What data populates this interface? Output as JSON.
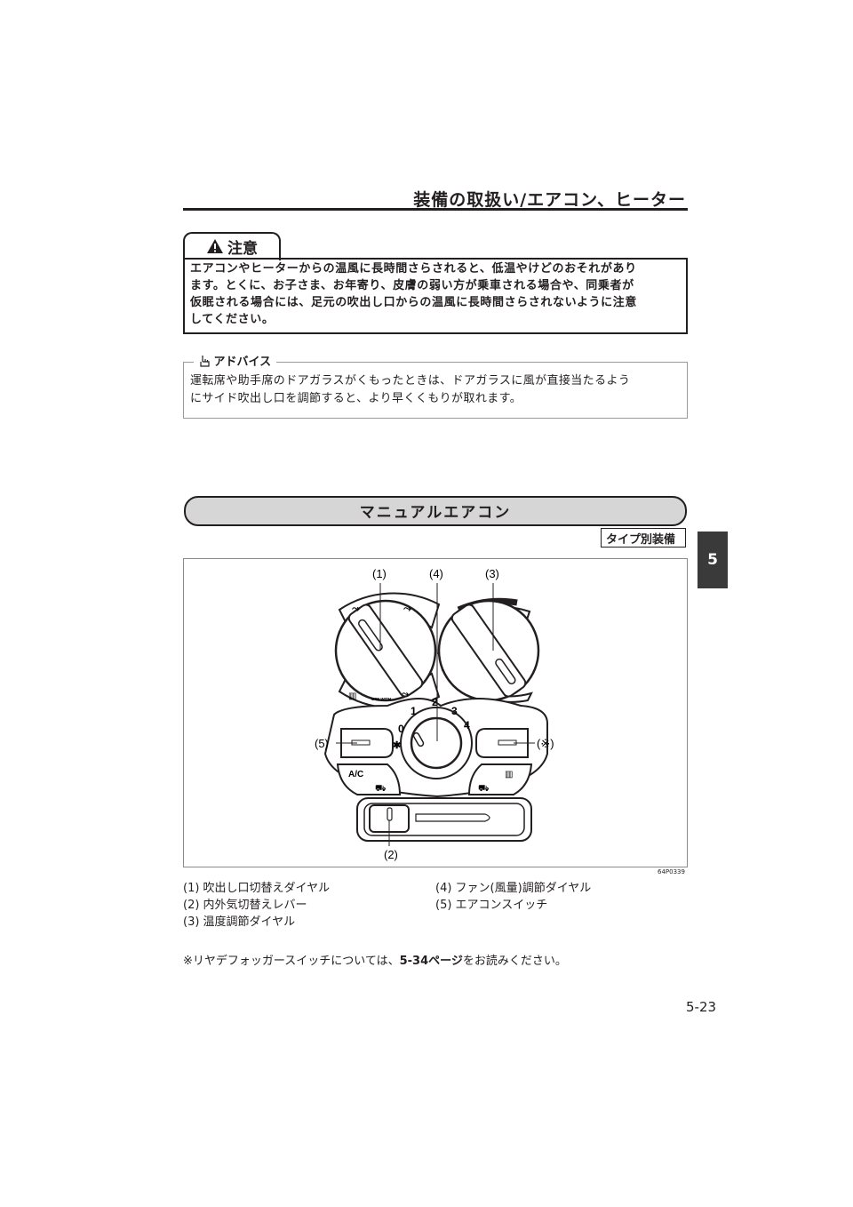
{
  "header": {
    "title": "装備の取扱い/エアコン、ヒーター"
  },
  "chapter_tab": "5",
  "caution": {
    "label": "注意",
    "lines": [
      "エアコンやヒーターからの温風に長時間さらされると、低温やけどのおそれがあり",
      "ます。とくに、お子さま、お年寄り、皮膚の弱い方が乗車される場合や、同乗者が",
      "仮眠される場合には、足元の吹出し口からの温風に長時間さらされないように注意",
      "してください。"
    ]
  },
  "advice": {
    "label": "アドバイス",
    "lines": [
      "運転席や助手席のドアガラスがくもったときは、ドアガラスに風が直接当たるよう",
      "にサイド吹出し口を調節すると、より早くくもりが取れます。"
    ]
  },
  "section": {
    "title": "マニュアルエアコン",
    "badge": "タイプ別装備"
  },
  "figure": {
    "callouts": {
      "c1": "(1)",
      "c2": "(2)",
      "c3": "(3)",
      "c4": "(4)",
      "c5": "(5)",
      "cx": "(※)"
    },
    "fan_scale": [
      "0",
      "1",
      "2",
      "3",
      "4"
    ],
    "ac_label": "A/C",
    "use_with": "USE WITH",
    "code": "64P0339"
  },
  "legend": {
    "left": [
      "(1) 吹出し口切替えダイヤル",
      "(2) 内外気切替えレバー",
      "(3) 温度調節ダイヤル"
    ],
    "right": [
      "(4) ファン(風量)調節ダイヤル",
      "(5) エアコンスイッチ"
    ]
  },
  "note": {
    "prefix": "※リヤデフォッガースイッチについては、",
    "link": "5-34ページ",
    "suffix": "をお読みください。"
  },
  "page_number": "5-23"
}
